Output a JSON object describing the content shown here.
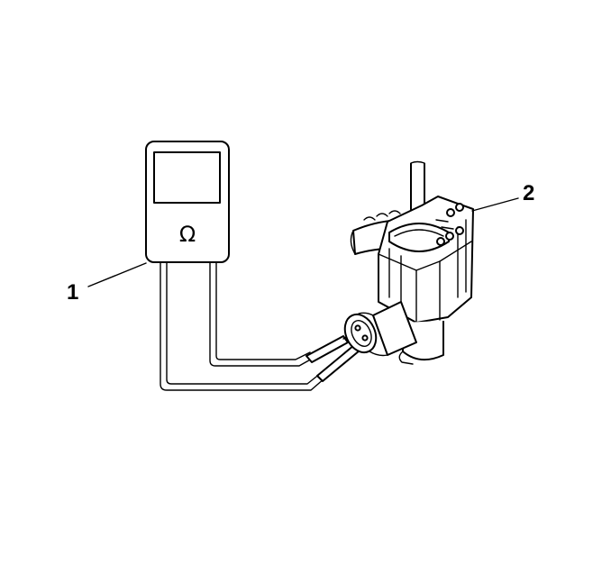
{
  "callouts": [
    {
      "id": "1",
      "label": "1"
    },
    {
      "id": "2",
      "label": "2"
    }
  ],
  "meter": {
    "symbol": "Ω"
  }
}
